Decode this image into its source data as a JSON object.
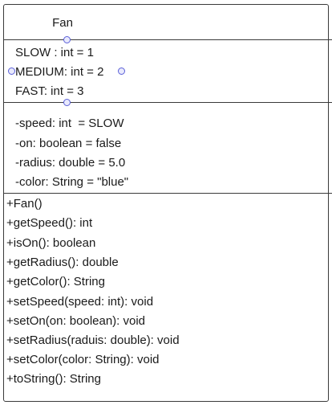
{
  "class": {
    "name": "Fan",
    "constants": [
      "SLOW : int = 1",
      "MEDIUM: int = 2",
      "FAST: int = 3"
    ],
    "fields": [
      "-speed: int  = SLOW",
      "-on: boolean = false",
      "-radius: double = 5.0",
      "-color: String = \"blue\""
    ],
    "methods": [
      "+Fan()",
      "+getSpeed(): int",
      "+isOn(): boolean",
      "+getRadius(): double",
      "+getColor(): String",
      "+setSpeed(speed: int): void",
      "+setOn(on: boolean): void",
      "+setRadius(raduis: double): void",
      "+setColor(color: String): void",
      "+toString(): String"
    ]
  },
  "colors": {
    "border": "#3a3a3a",
    "handle_stroke": "#5a5fd8",
    "handle_fill": "#e9eafd",
    "text": "#1a1a1a"
  }
}
